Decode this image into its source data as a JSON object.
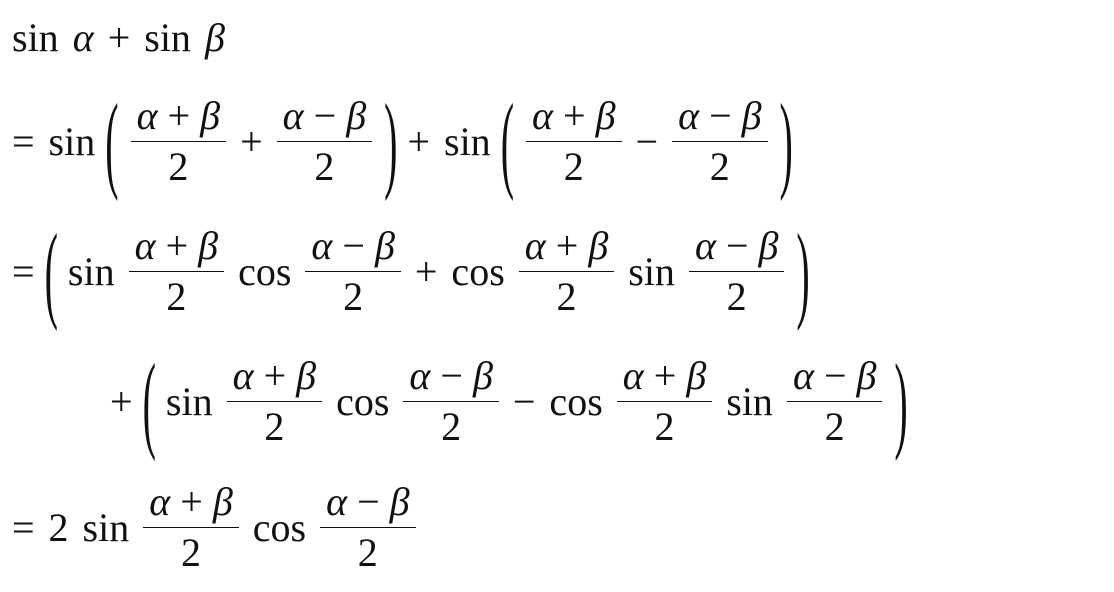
{
  "lines": [
    {
      "tokens": [
        {
          "t": "text",
          "v": "sin α + sin β"
        }
      ]
    },
    {
      "tokens": [
        {
          "t": "text",
          "v": "= sin"
        },
        {
          "t": "paren",
          "v": "("
        },
        {
          "t": "frac",
          "n": "α + β",
          "d": "2"
        },
        {
          "t": "text",
          "v": "+"
        },
        {
          "t": "frac",
          "n": "α − β",
          "d": "2"
        },
        {
          "t": "paren",
          "v": ")"
        },
        {
          "t": "text",
          "v": "+ sin"
        },
        {
          "t": "paren",
          "v": "("
        },
        {
          "t": "frac",
          "n": "α + β",
          "d": "2"
        },
        {
          "t": "text",
          "v": "−"
        },
        {
          "t": "frac",
          "n": "α − β",
          "d": "2"
        },
        {
          "t": "paren",
          "v": ")"
        }
      ]
    },
    {
      "tokens": [
        {
          "t": "text",
          "v": "="
        },
        {
          "t": "paren",
          "v": "("
        },
        {
          "t": "text",
          "v": "sin"
        },
        {
          "t": "frac",
          "n": "α + β",
          "d": "2"
        },
        {
          "t": "text",
          "v": "cos"
        },
        {
          "t": "frac",
          "n": "α − β",
          "d": "2"
        },
        {
          "t": "text",
          "v": "+ cos"
        },
        {
          "t": "frac",
          "n": "α + β",
          "d": "2"
        },
        {
          "t": "text",
          "v": "sin"
        },
        {
          "t": "frac",
          "n": "α − β",
          "d": "2"
        },
        {
          "t": "paren",
          "v": ")"
        }
      ]
    },
    {
      "tokens": [
        {
          "t": "text",
          "v": "+"
        },
        {
          "t": "paren",
          "v": "("
        },
        {
          "t": "text",
          "v": "sin"
        },
        {
          "t": "frac",
          "n": "α + β",
          "d": "2"
        },
        {
          "t": "text",
          "v": "cos"
        },
        {
          "t": "frac",
          "n": "α − β",
          "d": "2"
        },
        {
          "t": "text",
          "v": "− cos"
        },
        {
          "t": "frac",
          "n": "α + β",
          "d": "2"
        },
        {
          "t": "text",
          "v": "sin"
        },
        {
          "t": "frac",
          "n": "α − β",
          "d": "2"
        },
        {
          "t": "paren",
          "v": ")"
        }
      ]
    },
    {
      "tokens": [
        {
          "t": "text",
          "v": "= 2 sin"
        },
        {
          "t": "frac",
          "n": "α + β",
          "d": "2"
        },
        {
          "t": "text",
          "v": "cos"
        },
        {
          "t": "frac",
          "n": "α − β",
          "d": "2"
        }
      ]
    }
  ]
}
